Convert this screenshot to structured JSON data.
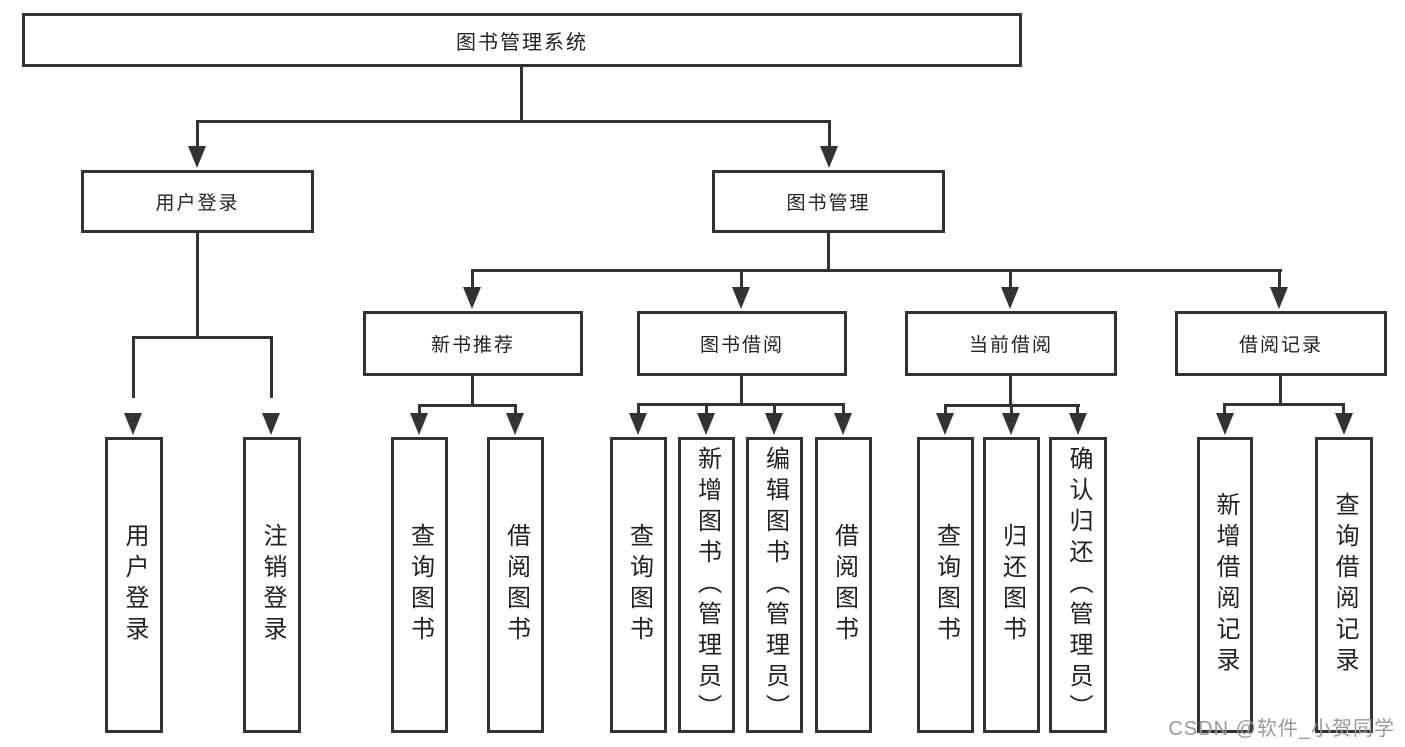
{
  "tree": {
    "label": "图书管理系统",
    "children": [
      {
        "label": "用户登录",
        "children": [
          {
            "label": "用户登录"
          },
          {
            "label": "注销登录"
          }
        ]
      },
      {
        "label": "图书管理",
        "children": [
          {
            "label": "新书推荐",
            "children": [
              {
                "label": "查询图书"
              },
              {
                "label": "借阅图书"
              }
            ]
          },
          {
            "label": "图书借阅",
            "children": [
              {
                "label": "查询图书"
              },
              {
                "label": "新增图书（管理员）"
              },
              {
                "label": "编辑图书（管理员）"
              },
              {
                "label": "借阅图书"
              }
            ]
          },
          {
            "label": "当前借阅",
            "children": [
              {
                "label": "查询图书"
              },
              {
                "label": "归还图书"
              },
              {
                "label": "确认归还（管理员）"
              }
            ]
          },
          {
            "label": "借阅记录",
            "children": [
              {
                "label": "新增借阅记录"
              },
              {
                "label": "查询借阅记录"
              }
            ]
          }
        ]
      }
    ]
  },
  "watermark": "CSDN @软件_小贺同学",
  "colors": {
    "line": "#333333",
    "text": "#222222",
    "watermark": "#9a9a9a",
    "background": "#ffffff"
  }
}
